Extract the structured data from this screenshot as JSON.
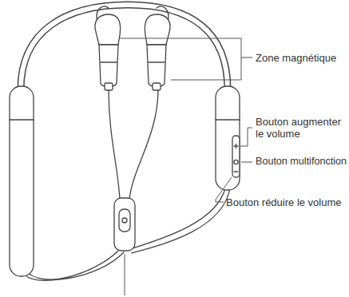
{
  "diagram": {
    "labels": [
      "Zone magnétique",
      "Bouton augmenter le volume",
      "Bouton multifonction",
      "Bouton réduire le volume"
    ]
  }
}
